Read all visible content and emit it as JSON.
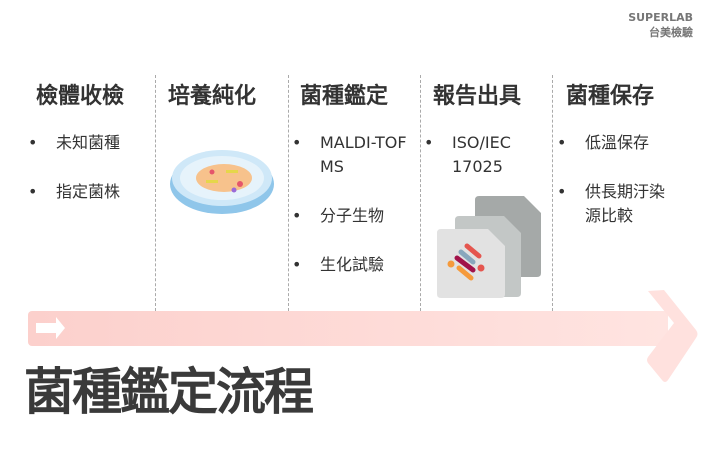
{
  "brand": {
    "name": "SUPERLAB",
    "sub": "台美檢驗"
  },
  "columns": [
    {
      "title": "檢體收檢",
      "items": [
        "未知菌種",
        "指定菌株"
      ]
    },
    {
      "title": "培養純化",
      "items": [],
      "icon": "petri-dish-icon"
    },
    {
      "title": "菌種鑑定",
      "items": [
        "MALDI-TOF MS",
        "分子生物",
        "生化試驗"
      ]
    },
    {
      "title": "報告出具",
      "items": [
        "ISO/IEC 17025"
      ],
      "icon": "documents-icon"
    },
    {
      "title": "菌種保存",
      "items": [
        "低溫保存",
        "供長期汙染源比較"
      ]
    }
  ],
  "title": "菌種鑑定流程",
  "colors": {
    "arrow": "#fcd3cf",
    "text": "#333333"
  }
}
